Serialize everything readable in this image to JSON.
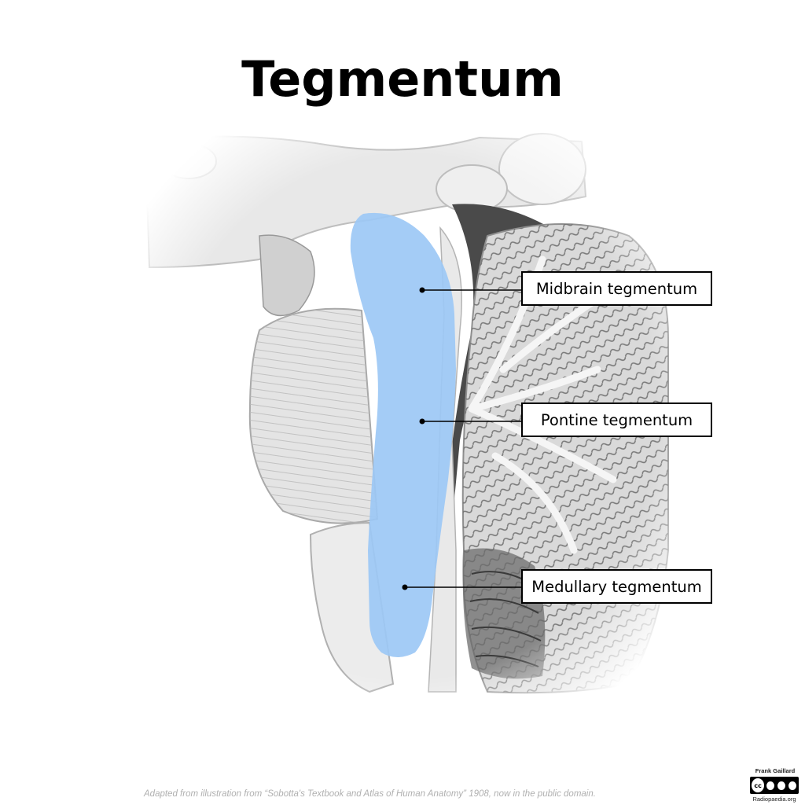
{
  "title": "Tegmentum",
  "labels": {
    "midbrain": "Midbrain tegmentum",
    "pontine": "Pontine tegmentum",
    "medullary": "Medullary tegmentum"
  },
  "credit": "Adapted from illustration from “Sobotta's Textbook and Atlas of Human Anatomy” 1908, now in the public domain.",
  "author": "Frank Gaillard",
  "site": "Radiopaedia.org",
  "license_badge": "cc",
  "colors": {
    "highlight": "#9cc8f5",
    "leader": "#000000",
    "credit_text": "#b0b0b0"
  },
  "icons": [
    "creative-commons-icon",
    "attribution-icon",
    "noncommercial-icon",
    "sharealike-icon"
  ]
}
